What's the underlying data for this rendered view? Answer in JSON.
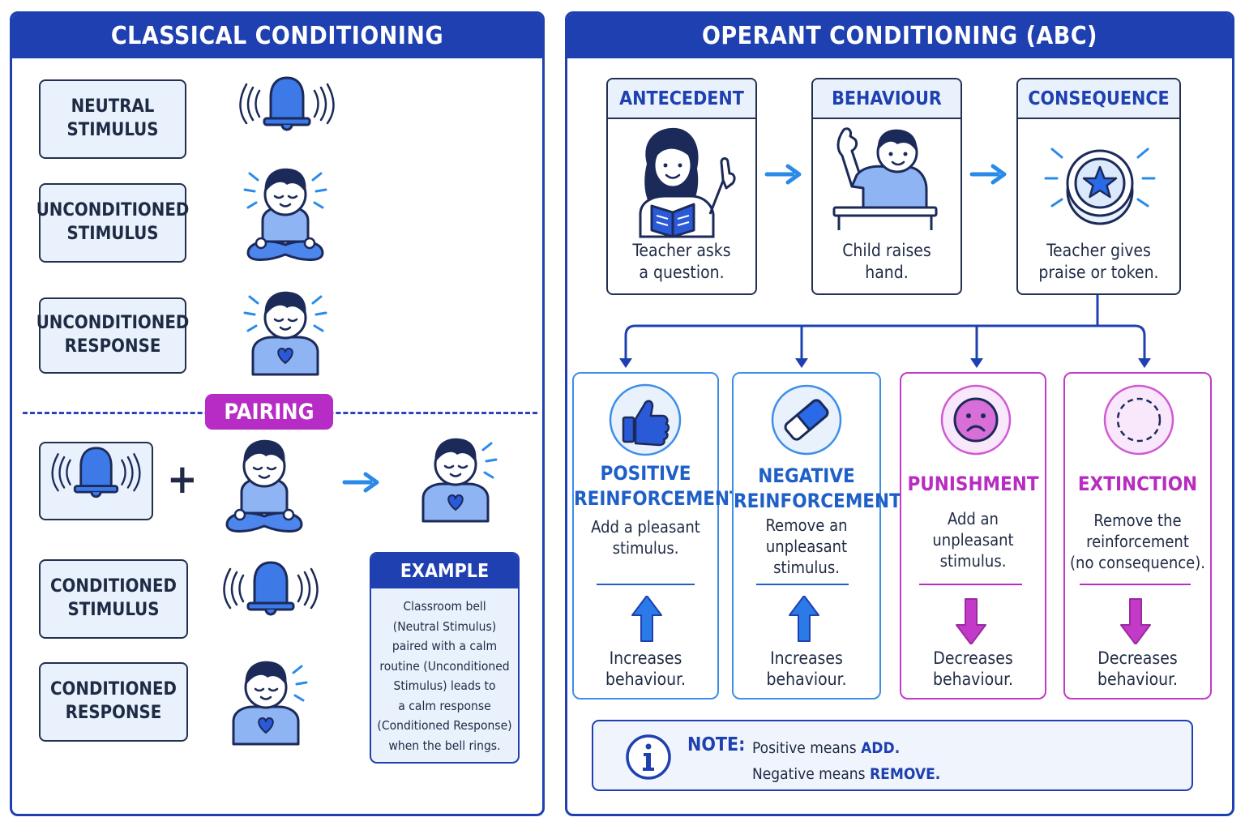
{
  "colors": {
    "primary": "#1e40b0",
    "light_blue": "#e9f1fc",
    "accent_blue": "#3d8ee8",
    "magenta": "#b62cc4",
    "dark": "#1f2a44"
  },
  "classical": {
    "title": "CLASSICAL CONDITIONING",
    "boxes": {
      "neutral_stimulus": [
        "NEUTRAL",
        "STIMULUS"
      ],
      "unconditioned_stimulus": [
        "UNCONDITIONED",
        "STIMULUS"
      ],
      "unconditioned_response": [
        "UNCONDITIONED",
        "RESPONSE"
      ],
      "conditioned_stimulus": [
        "CONDITIONED",
        "STIMULUS"
      ],
      "conditioned_response": [
        "CONDITIONED",
        "RESPONSE"
      ]
    },
    "pairing": "PAIRING",
    "plus": "+",
    "icons": [
      "bell-ringing-icon",
      "meditating-child-icon",
      "calm-child-heart-icon",
      "arrow-right-icon"
    ],
    "example": {
      "title": "EXAMPLE",
      "lines": [
        "Classroom bell",
        "(Neutral Stimulus)",
        "paired with a calm",
        "routine (Unconditioned",
        "Stimulus) leads to",
        "a calm response",
        "(Conditioned Response)",
        "when the bell rings."
      ]
    }
  },
  "operant": {
    "title": "OPERANT CONDITIONING (ABC)",
    "abc": [
      {
        "head": "ANTECEDENT",
        "desc": [
          "Teacher asks",
          "a question."
        ],
        "icon": "teacher-book-icon"
      },
      {
        "head": "BEHAVIOUR",
        "desc": [
          "Child raises",
          "hand."
        ],
        "icon": "child-raising-hand-icon"
      },
      {
        "head": "CONSEQUENCE",
        "desc": [
          "Teacher gives",
          "praise or token."
        ],
        "icon": "star-token-icon"
      }
    ],
    "cards": [
      {
        "title": [
          "POSITIVE",
          "REINFORCEMENT"
        ],
        "desc": [
          "Add a pleasant",
          "stimulus."
        ],
        "effect": [
          "Increases",
          "behaviour."
        ],
        "icon": "thumbs-up-icon",
        "direction": "up"
      },
      {
        "title": [
          "NEGATIVE",
          "REINFORCEMENT"
        ],
        "desc": [
          "Remove an",
          "unpleasant",
          "stimulus."
        ],
        "effect": [
          "Increases",
          "behaviour."
        ],
        "icon": "eraser-icon",
        "direction": "up"
      },
      {
        "title": [
          "PUNISHMENT"
        ],
        "desc": [
          "Add an",
          "unpleasant",
          "stimulus."
        ],
        "effect": [
          "Decreases",
          "behaviour."
        ],
        "icon": "sad-face-icon",
        "direction": "down"
      },
      {
        "title": [
          "EXTINCTION"
        ],
        "desc": [
          "Remove the",
          "reinforcement",
          "(no consequence)."
        ],
        "effect": [
          "Decreases",
          "behaviour."
        ],
        "icon": "dashed-circle-icon",
        "direction": "down"
      }
    ],
    "note": {
      "label": "NOTE:",
      "line1_pre": "Positive means ",
      "line1_key": "ADD.",
      "line2_pre": "Negative means ",
      "line2_key": "REMOVE."
    }
  }
}
